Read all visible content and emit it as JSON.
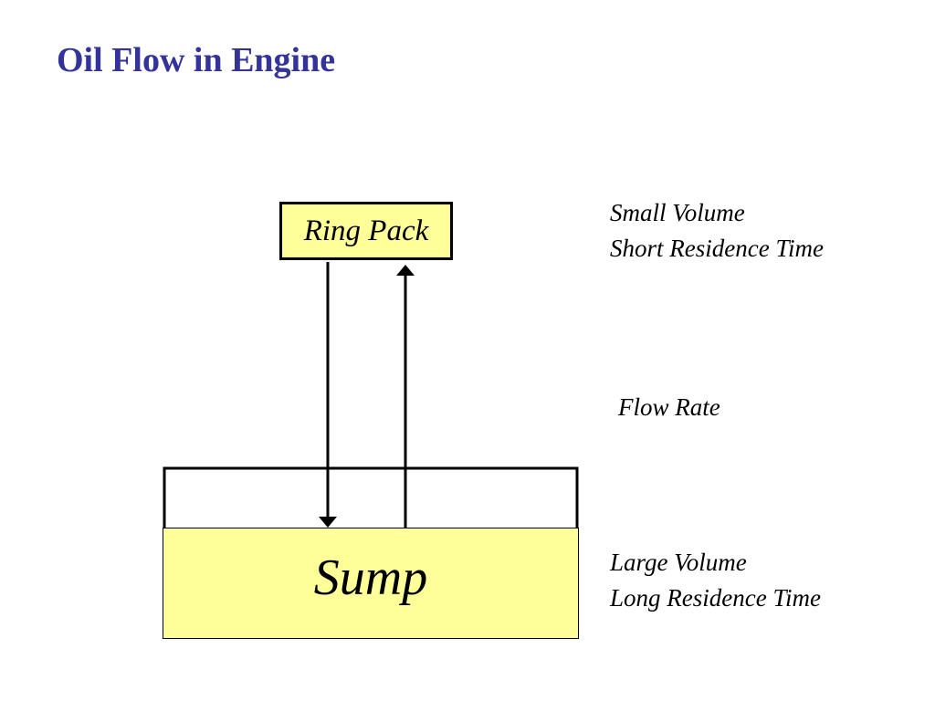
{
  "title": "Oil Flow in Engine",
  "ring_pack": {
    "label": "Ring Pack"
  },
  "sump": {
    "label": "Sump"
  },
  "annotations": {
    "ring_pack_lines": [
      "Small Volume",
      "Short Residence Time"
    ],
    "flow": "Flow Rate",
    "sump_lines": [
      "Large Volume",
      "Long Residence Time"
    ]
  },
  "colors": {
    "title": "#333399",
    "box_fill": "#ffff99",
    "stroke": "#000000"
  },
  "icons": {
    "down_arrow": "arrow-down",
    "up_arrow": "arrow-up"
  }
}
